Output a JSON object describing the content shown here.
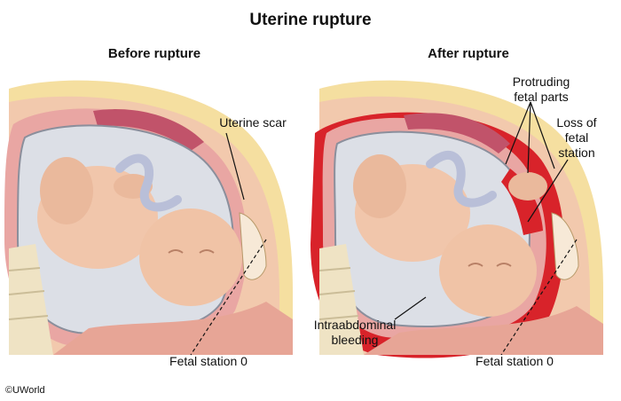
{
  "title": "Uterine rupture",
  "panels": {
    "before": {
      "heading": "Before rupture",
      "scar_label": "Uterine scar",
      "station_label": "Fetal station 0"
    },
    "after": {
      "heading": "After rupture",
      "protruding_label": "Protruding\nfetal parts",
      "loss_label": "Loss of\nfetal\nstation",
      "bleeding_label": "Intraabdominal\nbleeding",
      "station_label": "Fetal station 0"
    }
  },
  "copyright": "©UWorld",
  "colors": {
    "skin": "#f2c9ad",
    "uterus_wall": "#e9a6a3",
    "blood": "#d8232a",
    "amniotic": "#dcdfe6",
    "fat": "#f5dfa0",
    "spine": "#efe3c4"
  }
}
